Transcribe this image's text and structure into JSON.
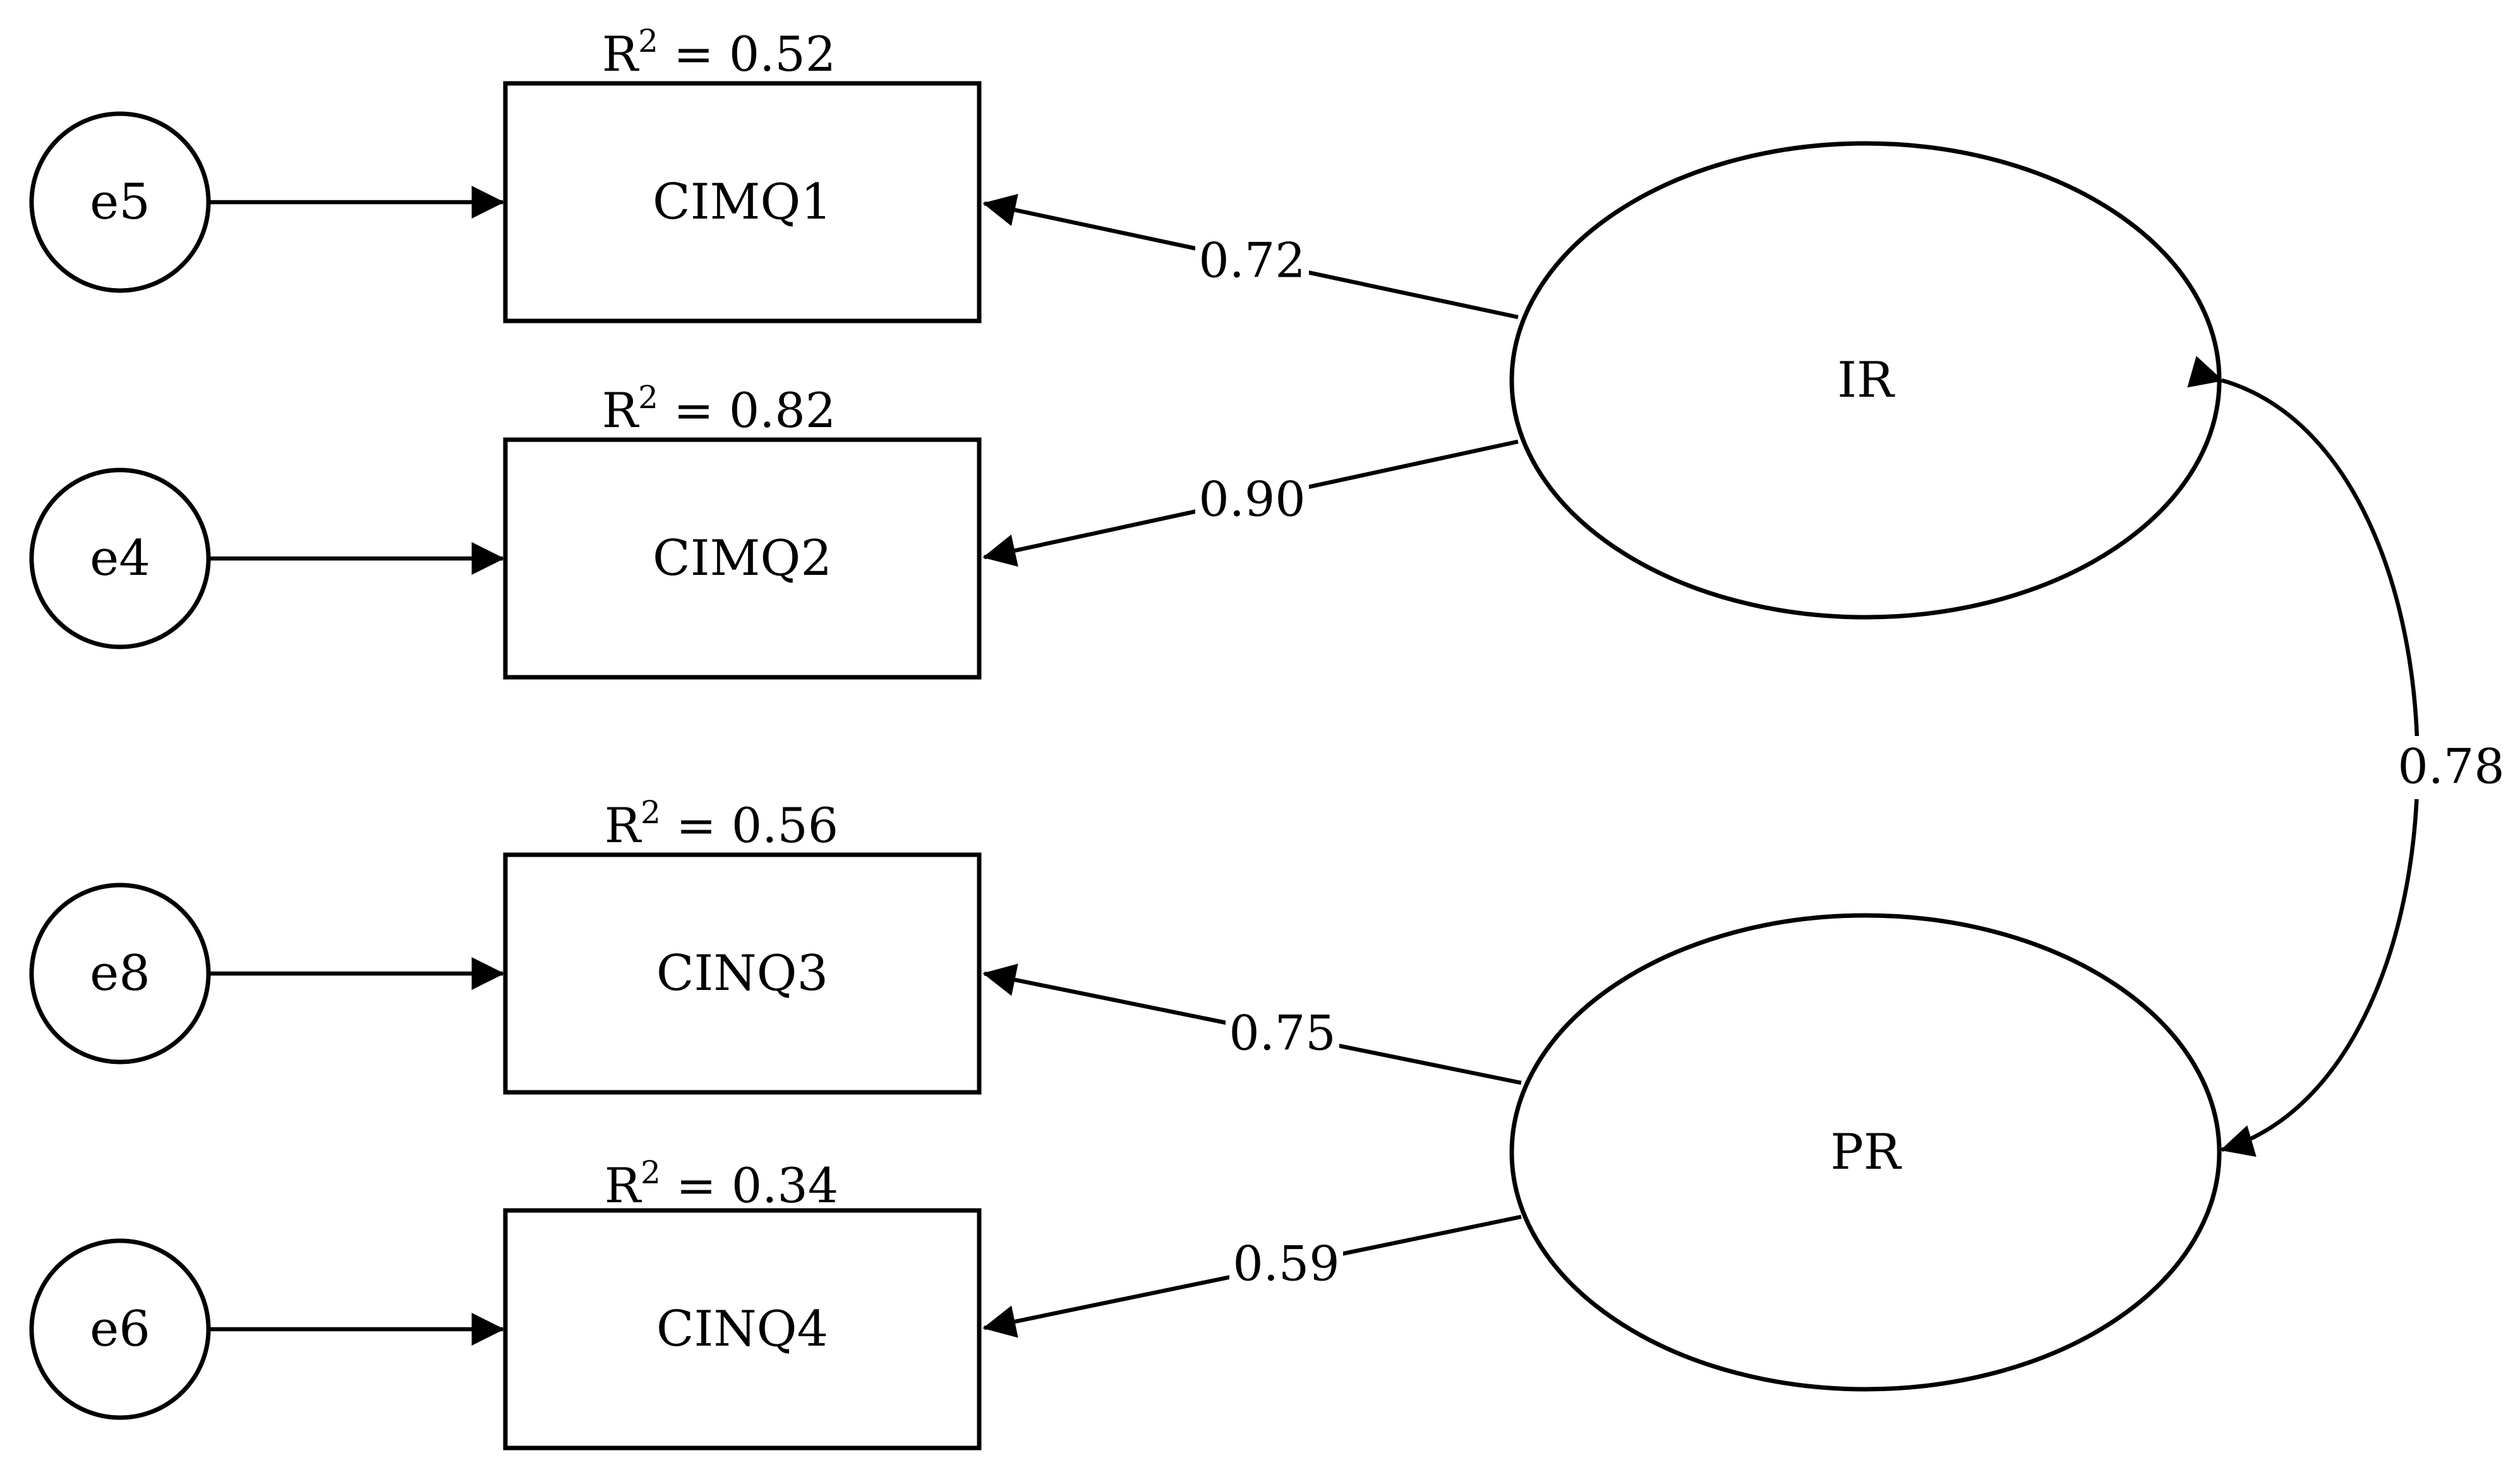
{
  "diagram": {
    "errors": [
      {
        "id": "e5",
        "label": "e5"
      },
      {
        "id": "e4",
        "label": "e4"
      },
      {
        "id": "e8",
        "label": "e8"
      },
      {
        "id": "e6",
        "label": "e6"
      }
    ],
    "indicators": [
      {
        "id": "CIMQ1",
        "label": "CIMQ1",
        "r2_prefix": "R",
        "r2_sup": "2",
        "r2_value": " = 0.52"
      },
      {
        "id": "CIMQ2",
        "label": "CIMQ2",
        "r2_prefix": "R",
        "r2_sup": "2",
        "r2_value": " = 0.82"
      },
      {
        "id": "CINQ3",
        "label": "CINQ3",
        "r2_prefix": "R",
        "r2_sup": "2",
        "r2_value": " = 0.56"
      },
      {
        "id": "CINQ4",
        "label": "CINQ4",
        "r2_prefix": "R",
        "r2_sup": "2",
        "r2_value": " = 0.34"
      }
    ],
    "latents": [
      {
        "id": "IR",
        "label": "IR"
      },
      {
        "id": "PR",
        "label": "PR"
      }
    ],
    "loadings": [
      {
        "from": "IR",
        "to": "CIMQ1",
        "value": "0.72"
      },
      {
        "from": "IR",
        "to": "CIMQ2",
        "value": "0.90"
      },
      {
        "from": "PR",
        "to": "CINQ3",
        "value": "0.75"
      },
      {
        "from": "PR",
        "to": "CINQ4",
        "value": "0.59"
      }
    ],
    "covariance": {
      "from": "IR",
      "to": "PR",
      "value": "0.78"
    },
    "colors": {
      "stroke": "#000000",
      "background": "#ffffff"
    }
  }
}
